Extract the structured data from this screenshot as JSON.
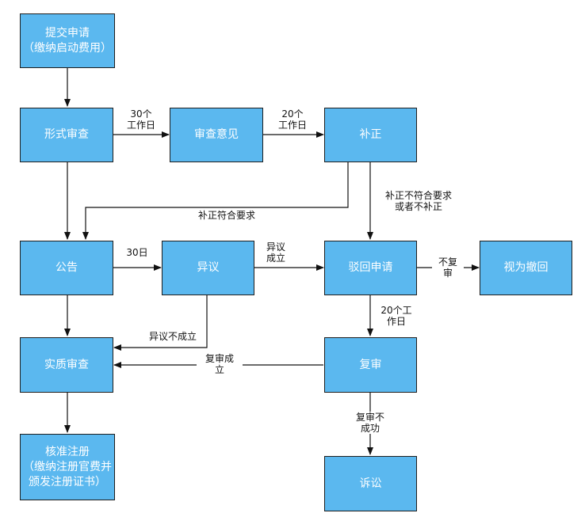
{
  "colors": {
    "node_fill": "#5bb8ef",
    "node_border": "#1e1e1e",
    "node_text": "#ffffff",
    "edge": "#111111"
  },
  "nodes": {
    "submit": {
      "lines": [
        "提交申请",
        "（缴纳启动费用）"
      ]
    },
    "formal_review": {
      "lines": [
        "形式审查"
      ]
    },
    "review_opinion": {
      "lines": [
        "审查意见"
      ]
    },
    "correction": {
      "lines": [
        "补正"
      ]
    },
    "announcement": {
      "lines": [
        "公告"
      ]
    },
    "objection": {
      "lines": [
        "异议"
      ]
    },
    "rejection": {
      "lines": [
        "驳回申请"
      ]
    },
    "deemed_withdrawn": {
      "lines": [
        "视为撤回"
      ]
    },
    "substantive_review": {
      "lines": [
        "实质审查"
      ]
    },
    "reexamination": {
      "lines": [
        "复审"
      ]
    },
    "approval": {
      "lines": [
        "核准注册",
        "（缴纳注册官费并",
        "颁发注册证书）"
      ]
    },
    "litigation": {
      "lines": [
        "诉讼"
      ]
    }
  },
  "edge_labels": {
    "formal_to_opinion": [
      "30个",
      "工作日"
    ],
    "opinion_to_correction": [
      "20个",
      "工作日"
    ],
    "correction_meets": [
      "补正符合要求"
    ],
    "correction_fails": [
      "补正不符合要求",
      "或者不补正"
    ],
    "announcement_to_objection": [
      "30日"
    ],
    "objection_upheld": [
      "异议",
      "成立"
    ],
    "no_reexam": [
      "不复",
      "审"
    ],
    "rejection_to_reexam": [
      "20个工",
      "作日"
    ],
    "objection_not_upheld": [
      "异议不成立"
    ],
    "reexam_upheld": [
      "复审成",
      "立"
    ],
    "reexam_not_upheld": [
      "复审不",
      "成功"
    ]
  }
}
